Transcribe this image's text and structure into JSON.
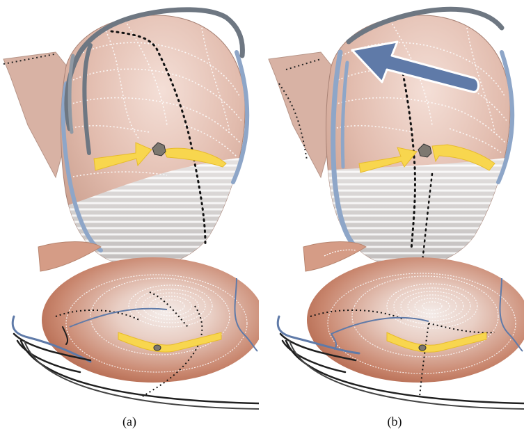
{
  "panels": [
    {
      "id": "a",
      "caption": "(a)",
      "has_direction_arrow": false
    },
    {
      "id": "b",
      "caption": "(b)",
      "has_direction_arrow": true
    }
  ],
  "colors": {
    "heart_surface": "#e6c3b6",
    "apex_surface": "#d9d9d9",
    "vessel_gray": "#6e7782",
    "vessel_blue": "#8ea6c8",
    "arrow_yellow": "#f8d64e",
    "arrow_blue": "#5f7aa8",
    "disk_center": "#f0e2dc",
    "disk_edge": "#b86f56",
    "cable": "#1f1f1f"
  }
}
